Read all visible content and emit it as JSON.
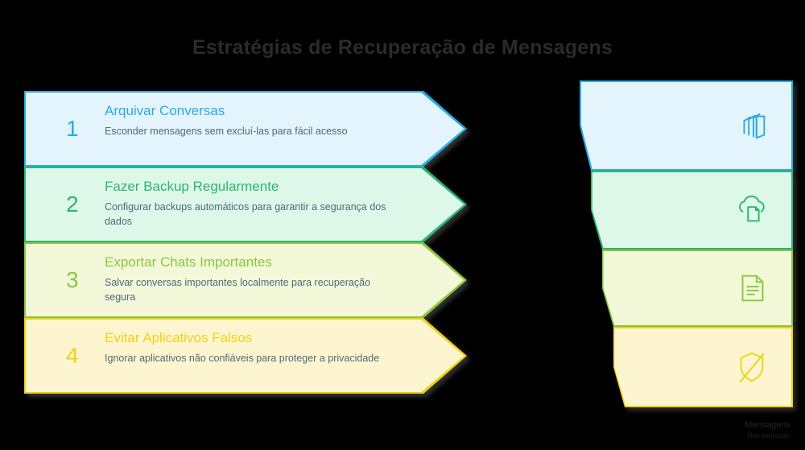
{
  "title": "Estratégias de Recuperação de Mensagens",
  "background_color": "#000000",
  "title_color": "#2b2b2b",
  "steps": [
    {
      "number": "1",
      "heading": "Arquivar Conversas",
      "description": "Esconder mensagens sem excluí-las para fácil acesso",
      "accent": "#29abe2",
      "fill": "#e4f4fd",
      "icon": "layers-archive-icon"
    },
    {
      "number": "2",
      "heading": "Fazer Backup Regularmente",
      "description": "Configurar backups automáticos para garantir a segurança dos dados",
      "accent": "#2bb673",
      "fill": "#ddf7e9",
      "icon": "cloud-backup-icon"
    },
    {
      "number": "3",
      "heading": "Exportar Chats Importantes",
      "description": "Salvar conversas importantes localmente para recuperação segura",
      "accent": "#8cc63e",
      "fill": "#f2f8d8",
      "icon": "document-lines-icon"
    },
    {
      "number": "4",
      "heading": "Evitar Aplicativos Falsos",
      "description": "Ignorar aplicativos não confiáveis para proteger a privacidade",
      "accent": "#f0d117",
      "fill": "#fdf5cf",
      "icon": "shield-off-icon"
    }
  ],
  "watermark": {
    "line1": "Mensagens",
    "line2": "Recuperação"
  }
}
